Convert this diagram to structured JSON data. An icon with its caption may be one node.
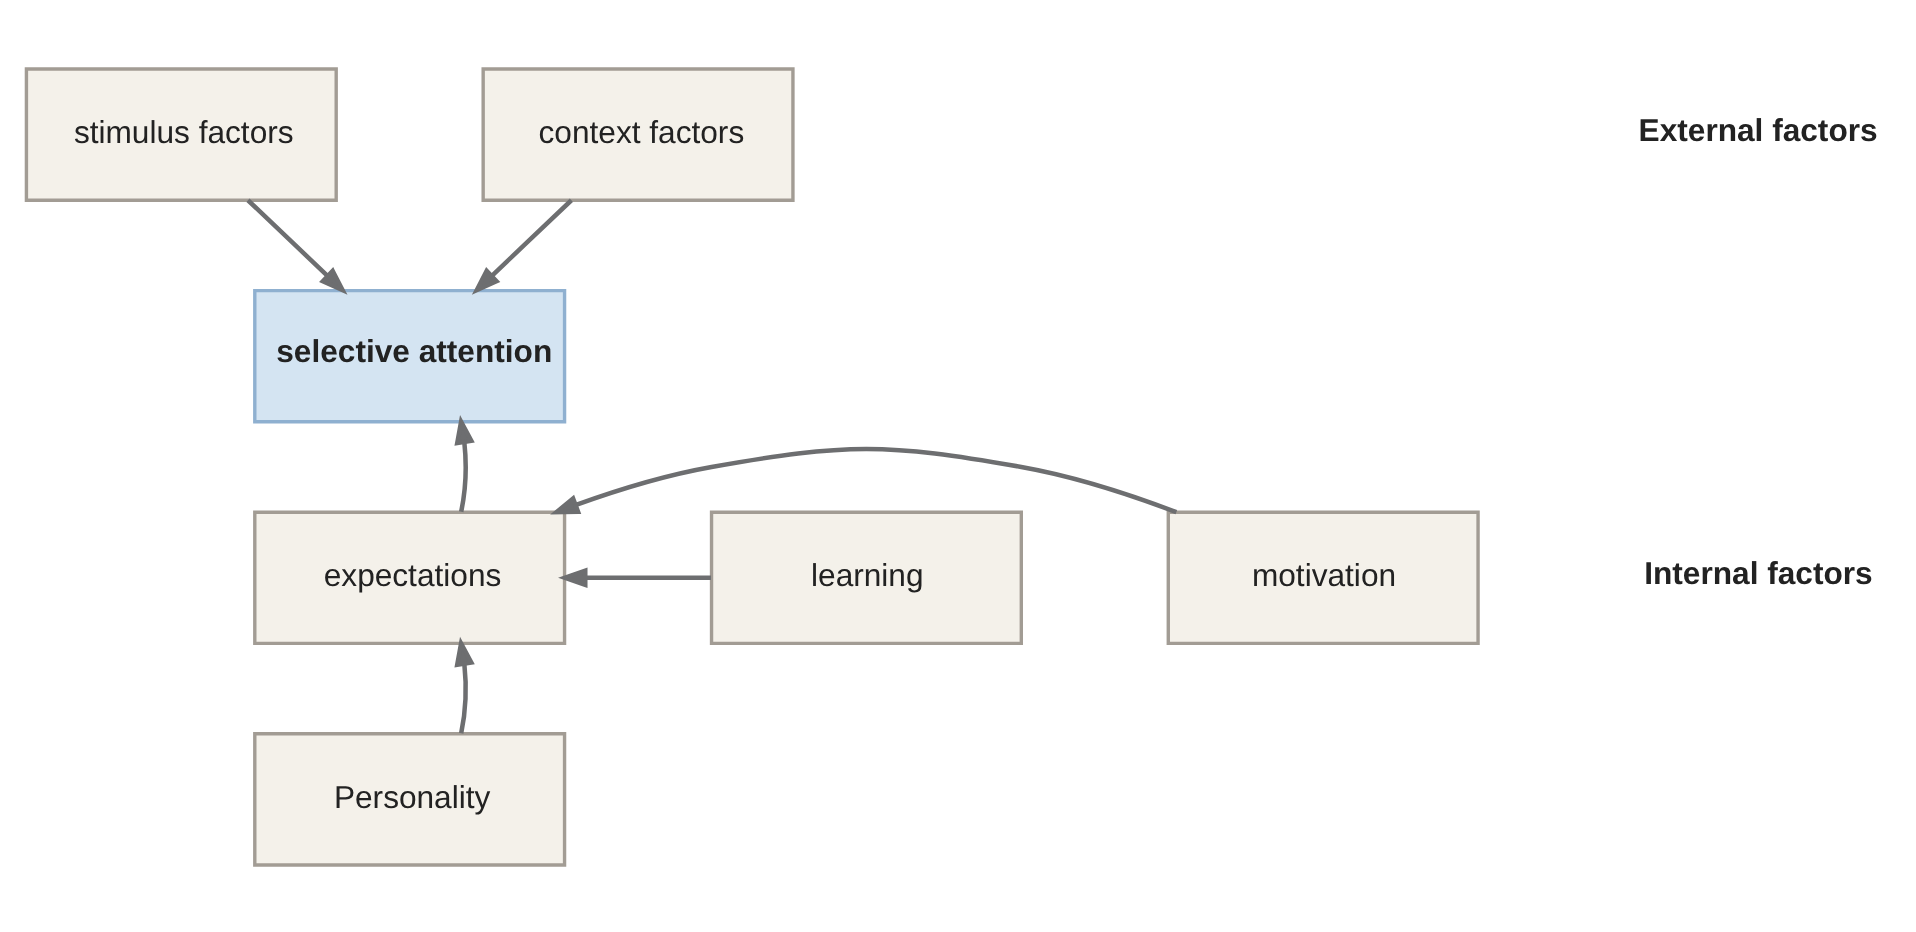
{
  "diagram": {
    "nodes": [
      {
        "text": [
          "stimulus factors"
        ]
      },
      {
        "text": [
          "context factors"
        ]
      },
      {
        "text": [
          "selective attention"
        ]
      },
      {
        "text": [
          "learning"
        ]
      },
      {
        "text": [
          "expectations"
        ]
      },
      {
        "text": [
          "motivation"
        ]
      },
      {
        "text": [
          "Personality"
        ]
      }
    ],
    "edges": [
      {
        "from": 0,
        "to": 2,
        "arrow": "to"
      },
      {
        "from": 1,
        "to": 2,
        "arrow": "to"
      },
      {
        "from": 4,
        "to": 2,
        "arrow": "to"
      },
      {
        "from": 3,
        "to": 4,
        "arrow": "to"
      },
      {
        "from": 5,
        "to": 4,
        "arrow": "to"
      },
      {
        "from": 6,
        "to": 4,
        "arrow": "to"
      }
    ],
    "labels": [
      "External factors",
      "Internal factors"
    ]
  }
}
